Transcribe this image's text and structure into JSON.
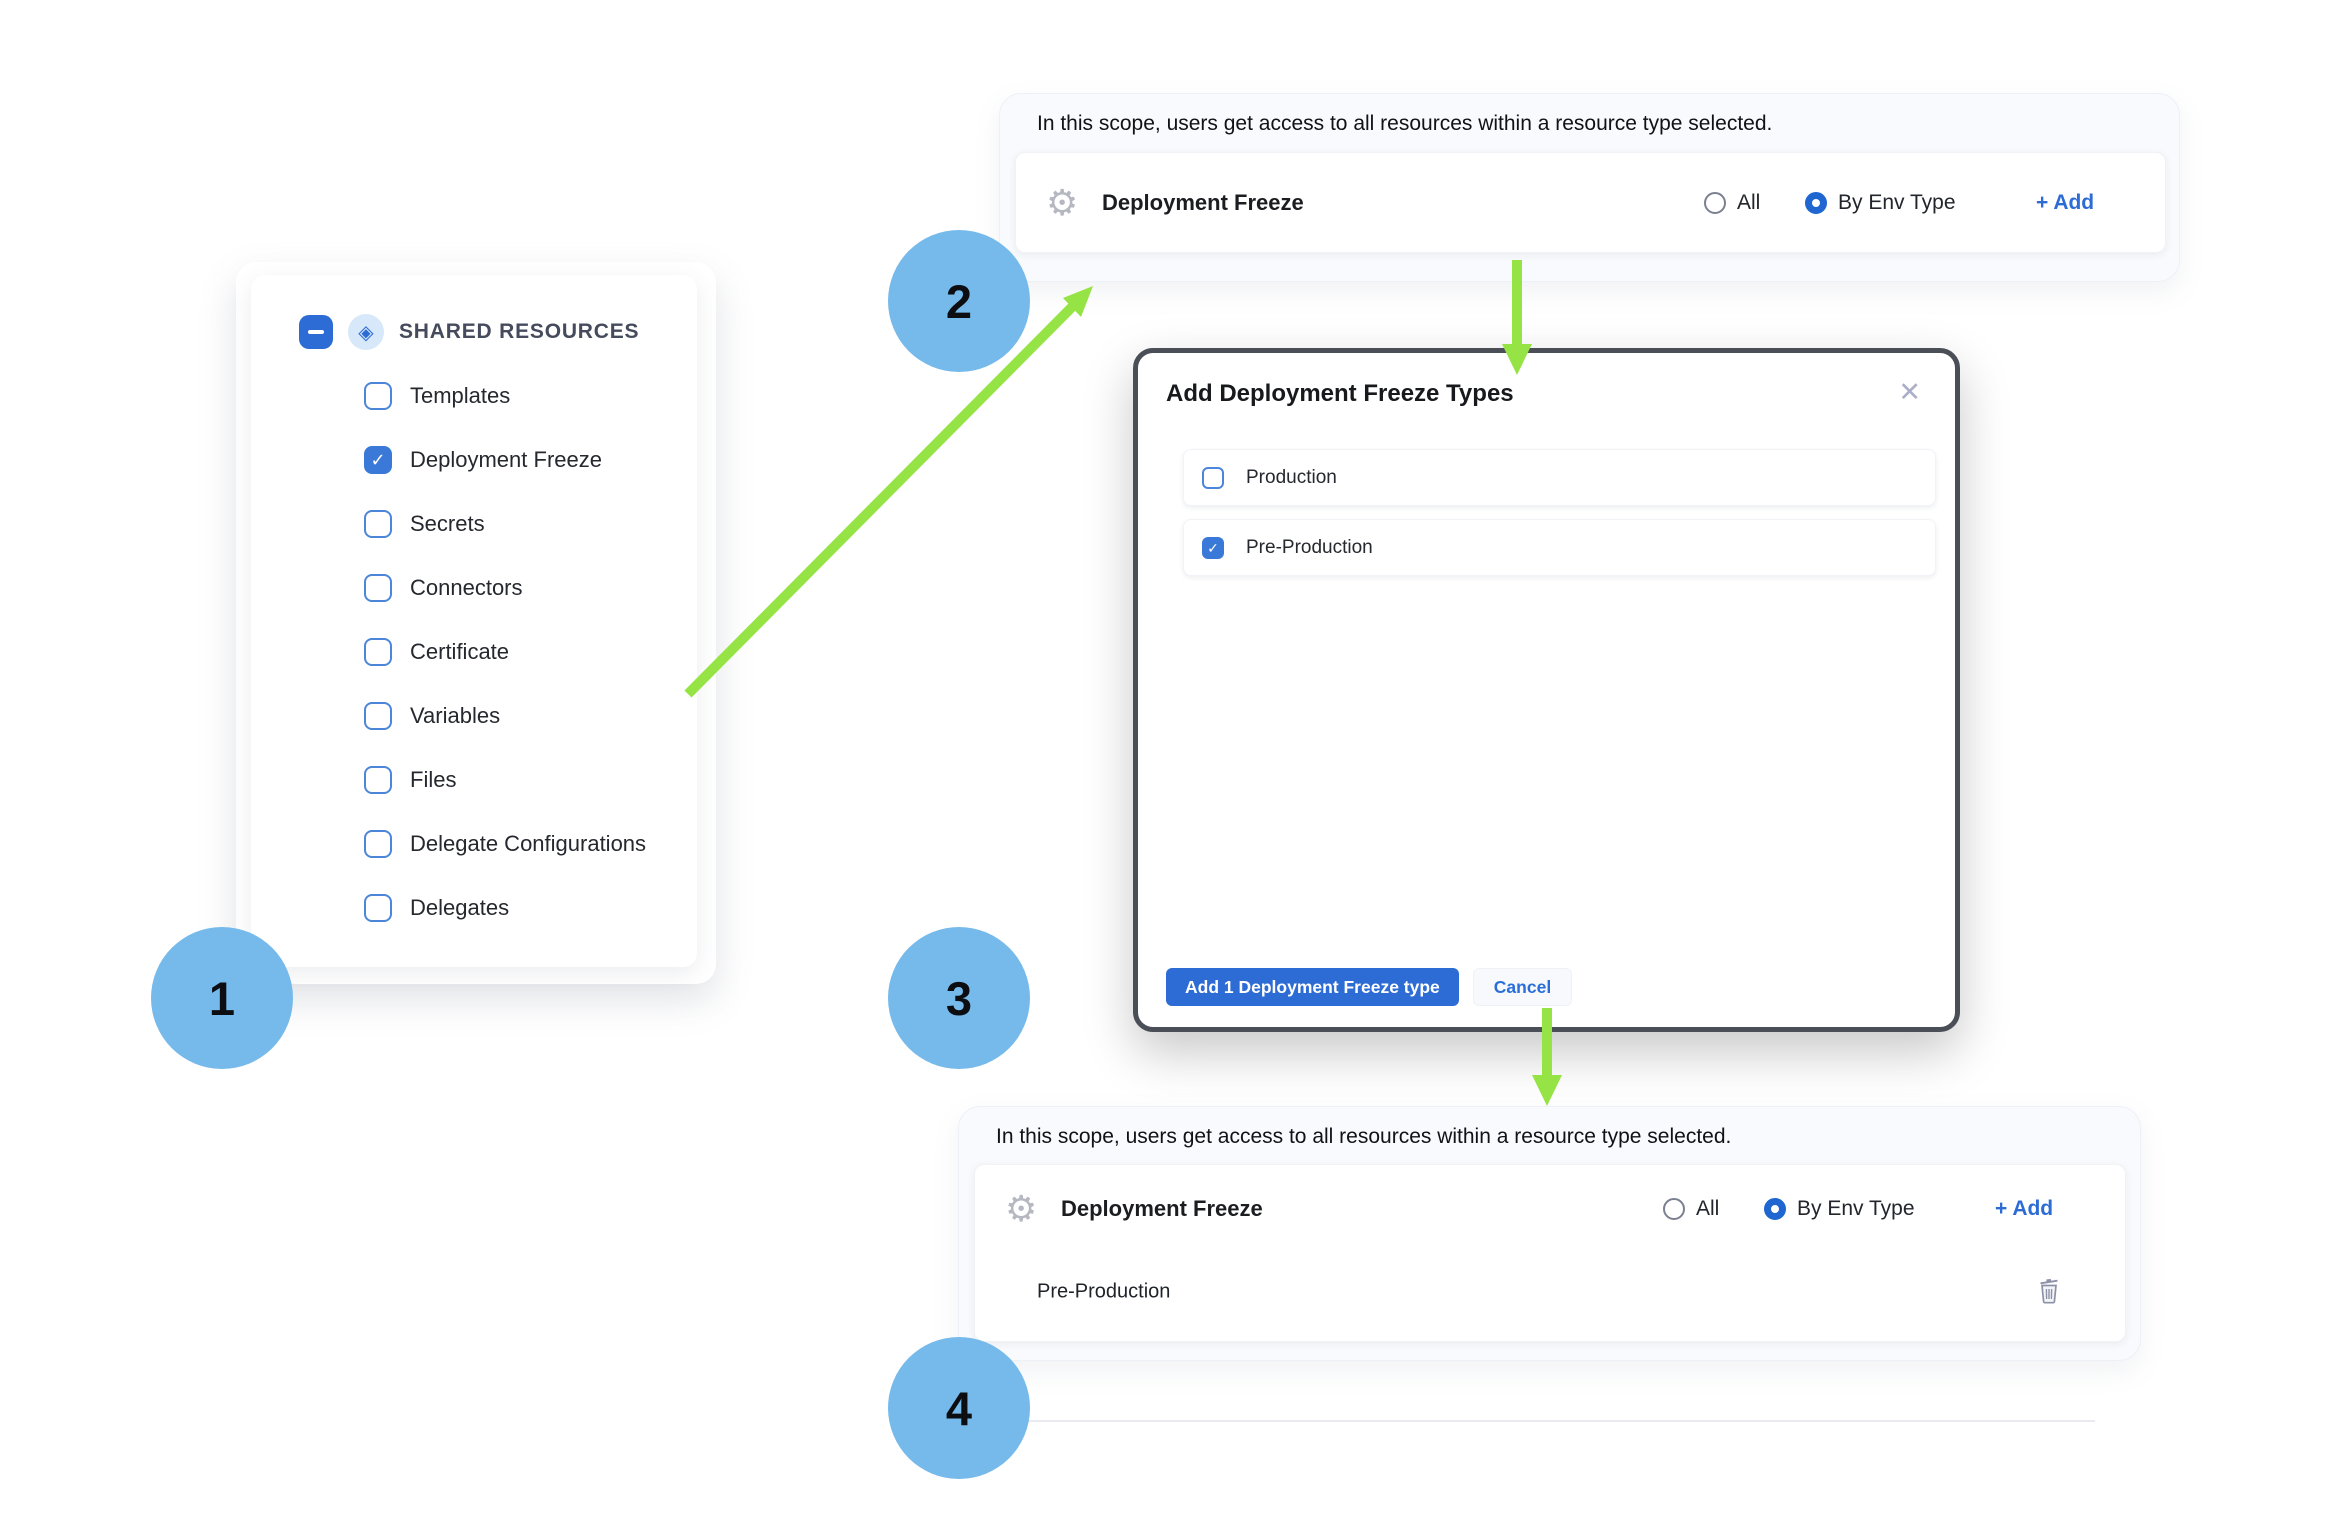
{
  "colors": {
    "accent_blue": "#2d6cd4",
    "checkbox_blue": "#3a79d8",
    "step_circle_blue": "#76baeb",
    "arrow_green": "#95e345",
    "scope_card_bg": "#f8fafd",
    "modal_border": "#4a4e57",
    "gear_icon_gray": "#b5b8c0",
    "trash_icon_gray": "#8d91a7"
  },
  "icons": {
    "shared": "◈",
    "check": "✓",
    "gear": "⚙",
    "close": "✕"
  },
  "step_circles": [
    {
      "label": "1"
    },
    {
      "label": "2"
    },
    {
      "label": "3"
    },
    {
      "label": "4"
    }
  ],
  "resource_panel": {
    "header": "SHARED RESOURCES",
    "items": [
      {
        "label": "Templates",
        "checked": false
      },
      {
        "label": "Deployment Freeze",
        "checked": true
      },
      {
        "label": "Secrets",
        "checked": false
      },
      {
        "label": "Connectors",
        "checked": false
      },
      {
        "label": "Certificate",
        "checked": false
      },
      {
        "label": "Variables",
        "checked": false
      },
      {
        "label": "Files",
        "checked": false
      },
      {
        "label": "Delegate Configurations",
        "checked": false
      },
      {
        "label": "Delegates",
        "checked": false
      }
    ]
  },
  "scope_panel_top": {
    "description": "In this scope, users get access to all resources within a resource type selected.",
    "resource_row": {
      "name": "Deployment Freeze",
      "options": [
        {
          "label": "All",
          "selected": false
        },
        {
          "label": "By Env Type",
          "selected": true
        }
      ],
      "add_label": "+ Add"
    }
  },
  "modal": {
    "title": "Add Deployment Freeze Types",
    "options": [
      {
        "label": "Production",
        "checked": false
      },
      {
        "label": "Pre-Production",
        "checked": true
      }
    ],
    "confirm_label": "Add 1 Deployment Freeze type",
    "cancel_label": "Cancel"
  },
  "scope_panel_bottom": {
    "description": "In this scope, users get access to all resources within a resource type selected.",
    "resource_row": {
      "name": "Deployment Freeze",
      "options": [
        {
          "label": "All",
          "selected": false
        },
        {
          "label": "By Env Type",
          "selected": true
        }
      ],
      "add_label": "+ Add"
    },
    "selected_types": [
      {
        "label": "Pre-Production"
      }
    ]
  }
}
